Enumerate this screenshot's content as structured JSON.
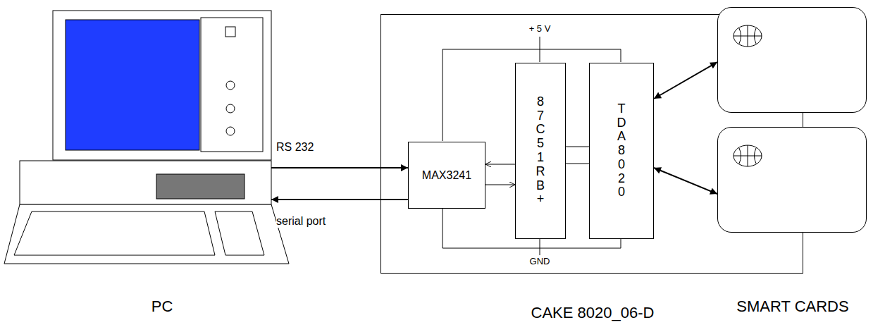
{
  "diagram": {
    "nodes": [
      {
        "text": [
          "PC"
        ]
      },
      {
        "text": [
          "CAKE 8020_06-D"
        ]
      },
      {
        "text": [
          "MAX3241"
        ],
        "in": 1
      },
      {
        "text": [
          "87C51RB+"
        ],
        "in": 1
      },
      {
        "text": [
          "TDA8020"
        ],
        "in": 1
      },
      {
        "text": []
      },
      {
        "text": []
      }
    ],
    "edges": [
      {
        "from": 0,
        "to": 2,
        "label": "RS 232",
        "arrow": "to"
      },
      {
        "from": 2,
        "to": 0,
        "label": "serial port",
        "arrow": "to"
      },
      {
        "from": 3,
        "to": 2,
        "arrow": "to"
      },
      {
        "from": 2,
        "to": 3,
        "arrow": "to"
      },
      {
        "from": 3,
        "to": 4,
        "arrow": "none"
      },
      {
        "from": 3,
        "to": 4,
        "arrow": "none"
      },
      {
        "from": 4,
        "to": 5,
        "arrow": "both"
      },
      {
        "from": 4,
        "to": 6,
        "arrow": "both"
      }
    ],
    "labels": [
      "+ 5 V",
      "GND",
      "SMART CARDS"
    ]
  }
}
